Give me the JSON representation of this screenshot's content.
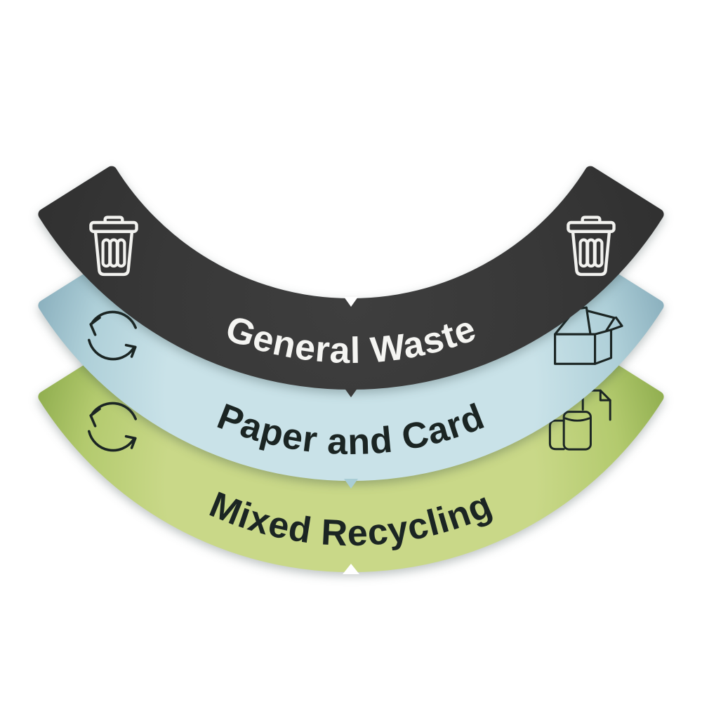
{
  "background_color": "#ffffff",
  "labels": [
    {
      "id": "general-waste",
      "text": "General Waste",
      "text_color": "#f5f5f2",
      "icon_color": "#f2f2ef",
      "left_icon": "trash-bin-icon",
      "right_icon": "trash-bin-icon",
      "gradient": {
        "center": "#3e3e3e",
        "mid": "#383838",
        "edge": "#303030"
      }
    },
    {
      "id": "paper-and-card",
      "text": "Paper and Card",
      "text_color": "#1b2523",
      "icon_color": "#1b2523",
      "left_icon": "recycle-loop-icon",
      "right_icon": "open-box-icon",
      "gradient": {
        "center": "#c9e2e8",
        "mid": "#aecfd8",
        "edge": "#84aab9"
      }
    },
    {
      "id": "mixed-recycling",
      "text": "Mixed Recycling",
      "text_color": "#1b2523",
      "icon_color": "#1b2523",
      "left_icon": "recycle-loop-icon",
      "right_icon": "drink-containers-icon",
      "gradient": {
        "center": "#c9d888",
        "mid": "#b3ca6e",
        "edge": "#8aa94a"
      }
    }
  ],
  "notches": {
    "top_of_general_waste": "#ffffff",
    "top_of_paper_and_card": "#3a3a3a",
    "top_of_mixed_recycling": "#a9cdd5",
    "bottom_of_mixed_recycling": "#ffffff"
  }
}
